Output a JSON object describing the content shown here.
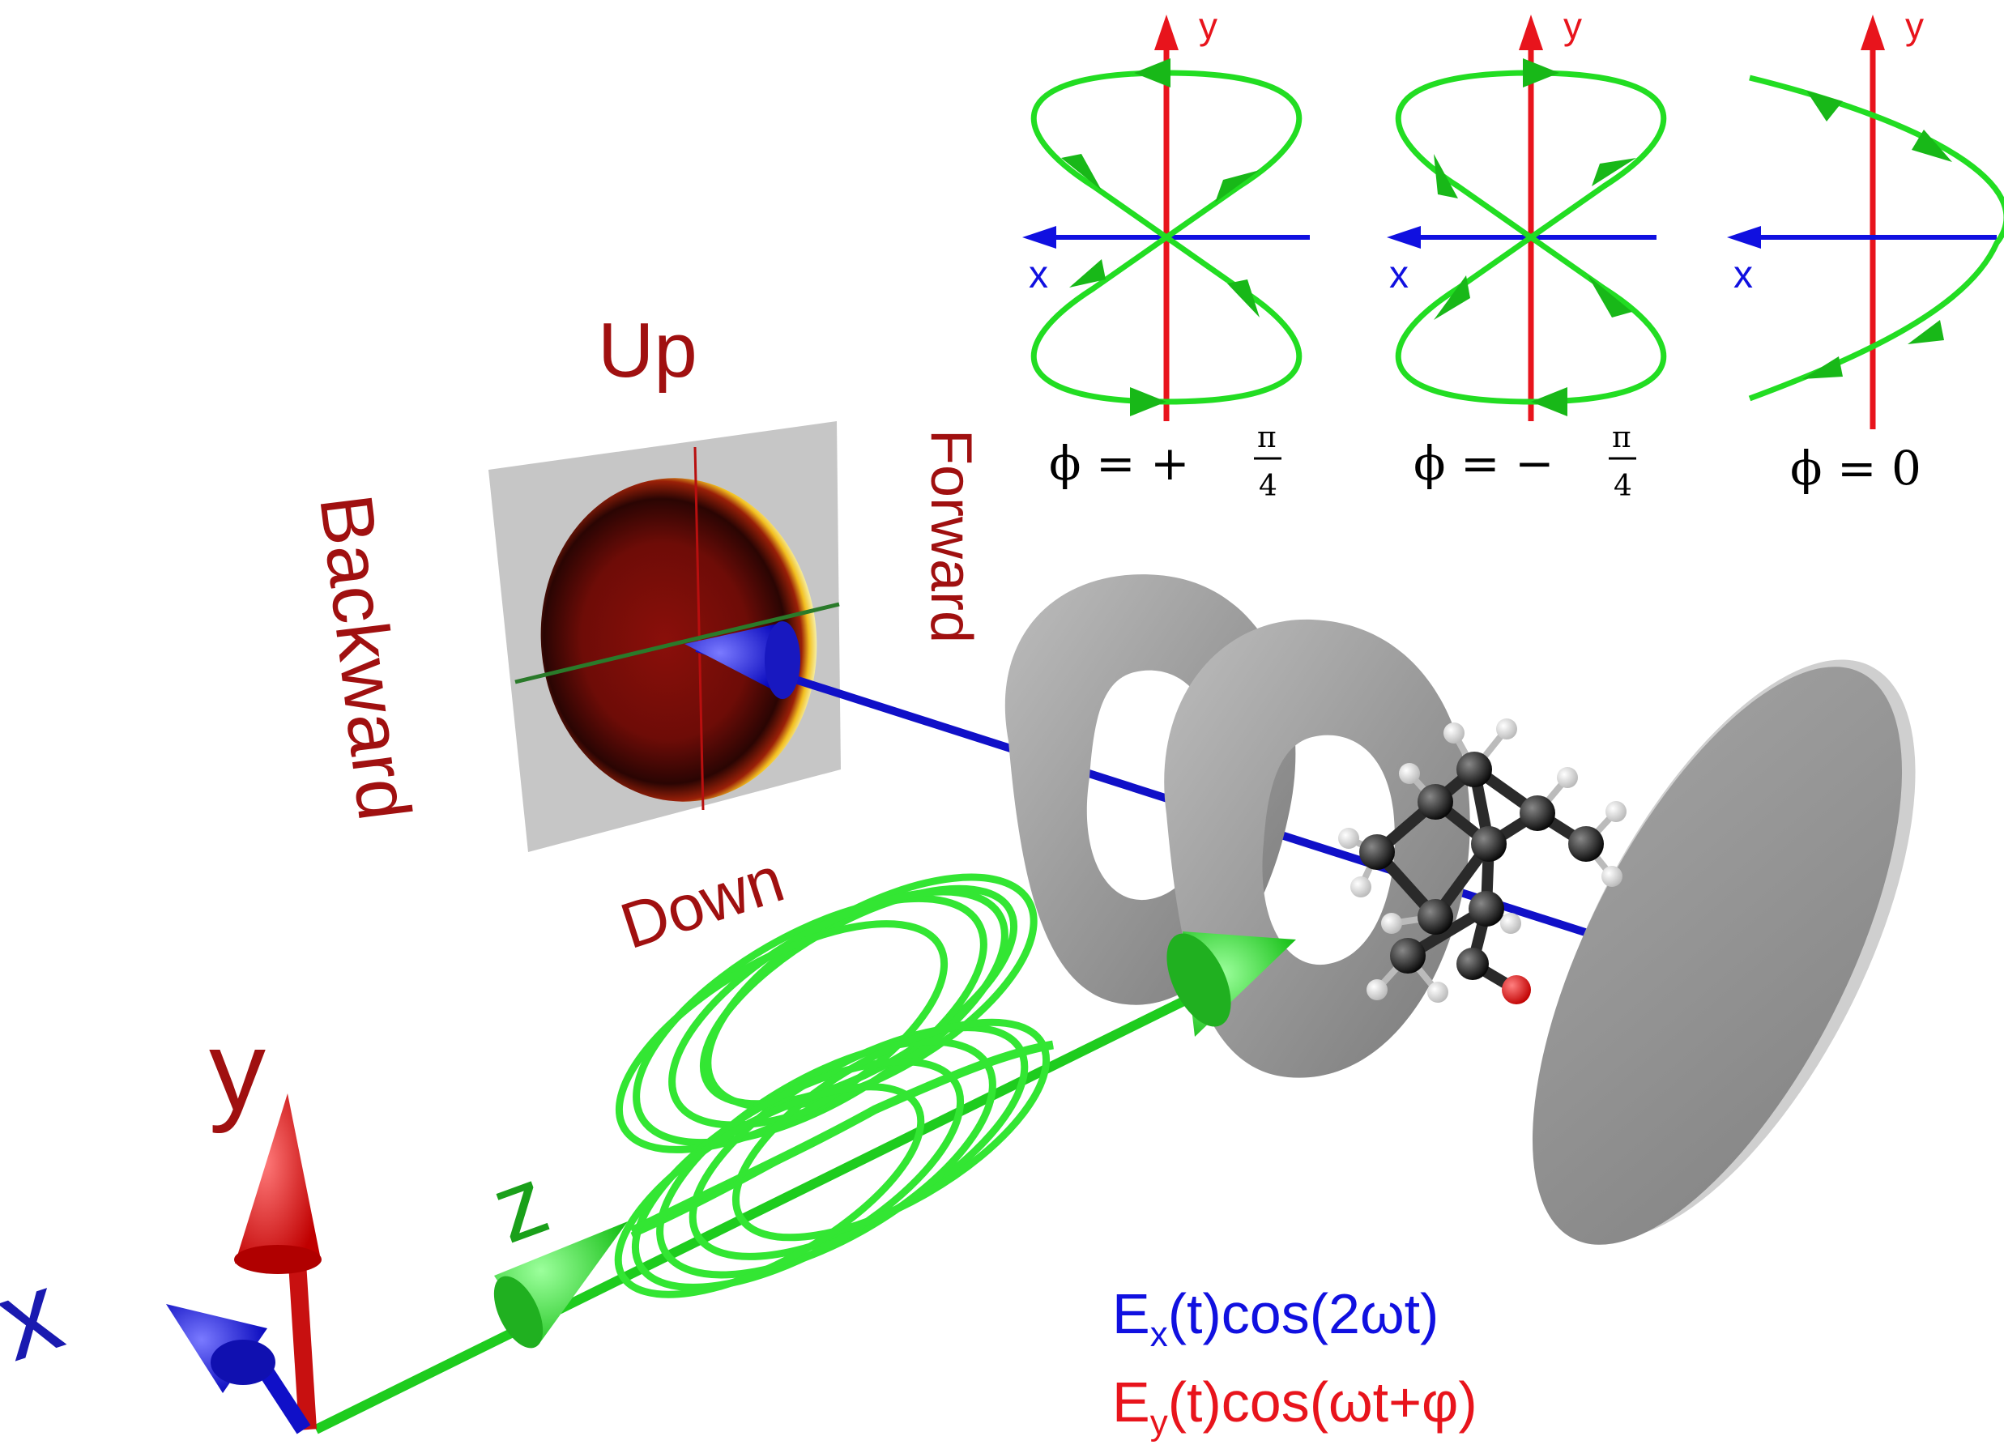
{
  "colors": {
    "axis_y": "#e8141c",
    "axis_x": "#1010e0",
    "trajectory": "#22dd22",
    "label_red": "#a01010",
    "label_blue": "#1a1ab0",
    "label_green": "#1aa01a",
    "disk_gray": "#8c8c8c",
    "image_dark_red": "#7a0c08"
  },
  "insets": [
    {
      "phase_label": "ϕ = +",
      "phase_fraction": {
        "num": "π",
        "den": "4"
      },
      "x_label": "x",
      "y_label": "y",
      "shape": "figure-eight"
    },
    {
      "phase_label": "ϕ = −",
      "phase_fraction": {
        "num": "π",
        "den": "4"
      },
      "x_label": "x",
      "y_label": "y",
      "shape": "figure-eight"
    },
    {
      "phase_label": "ϕ = 0",
      "x_label": "x",
      "y_label": "y",
      "shape": "parabola"
    }
  ],
  "detector": {
    "up_label": "Up",
    "down_label": "Down",
    "backward_label": "Backward",
    "forward_label": "Forward"
  },
  "axes3d": {
    "x_label": "x",
    "y_label": "y",
    "z_label": "z"
  },
  "field": {
    "ex": {
      "E": "E",
      "sub": "x",
      "rest": "(t)cos(2ωt)"
    },
    "ey": {
      "E": "E",
      "sub": "y",
      "rest": "(t)cos(ωt+φ)"
    }
  },
  "icons": [
    "molecule-icon",
    "ring-electrode-icon",
    "detector-disk-icon"
  ]
}
